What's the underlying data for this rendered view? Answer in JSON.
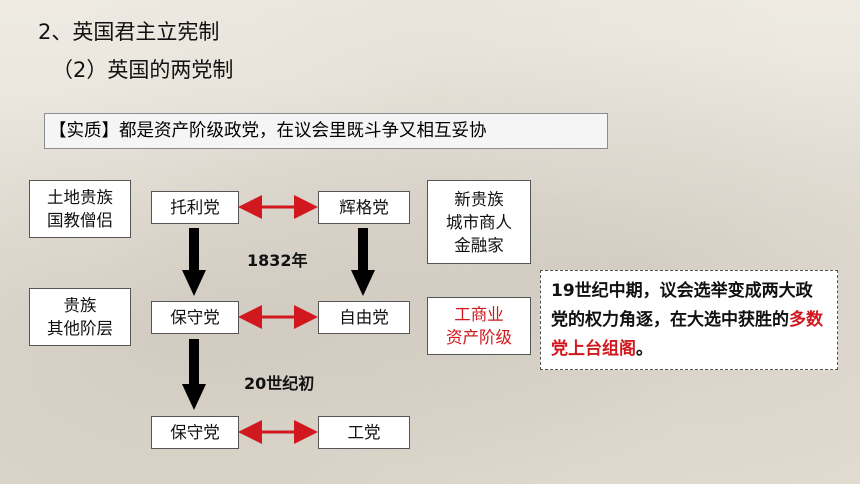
{
  "heading": {
    "line1": "2、英国君主立宪制",
    "line2": "（2）英国的两党制"
  },
  "essence": {
    "tag": "【实质】",
    "text": "都是资产阶级政党，在议会里既斗争又相互妥协"
  },
  "support_left": {
    "top_line1": "土地贵族",
    "top_line2": "国教僧侣",
    "mid_line1": "贵族",
    "mid_line2": "其他阶层"
  },
  "support_right": {
    "top_line1": "新贵族",
    "top_line2": "城市商人",
    "top_line3": "金融家",
    "mid_line1": "工商业",
    "mid_line2": "资产阶级"
  },
  "parties": {
    "tory": "托利党",
    "whig": "辉格党",
    "conservative1": "保守党",
    "liberal": "自由党",
    "conservative2": "保守党",
    "labour": "工党"
  },
  "years": {
    "y1832": "1832年",
    "c20": "20世纪初"
  },
  "note": {
    "part1": "19世纪中期，议会选举变成两大政党的权力角逐，在大选中获胜的",
    "highlight": "多数党上台组阁",
    "part2": "。"
  },
  "colors": {
    "accent_red": "#d0181e",
    "arrow_black": "#000000"
  }
}
